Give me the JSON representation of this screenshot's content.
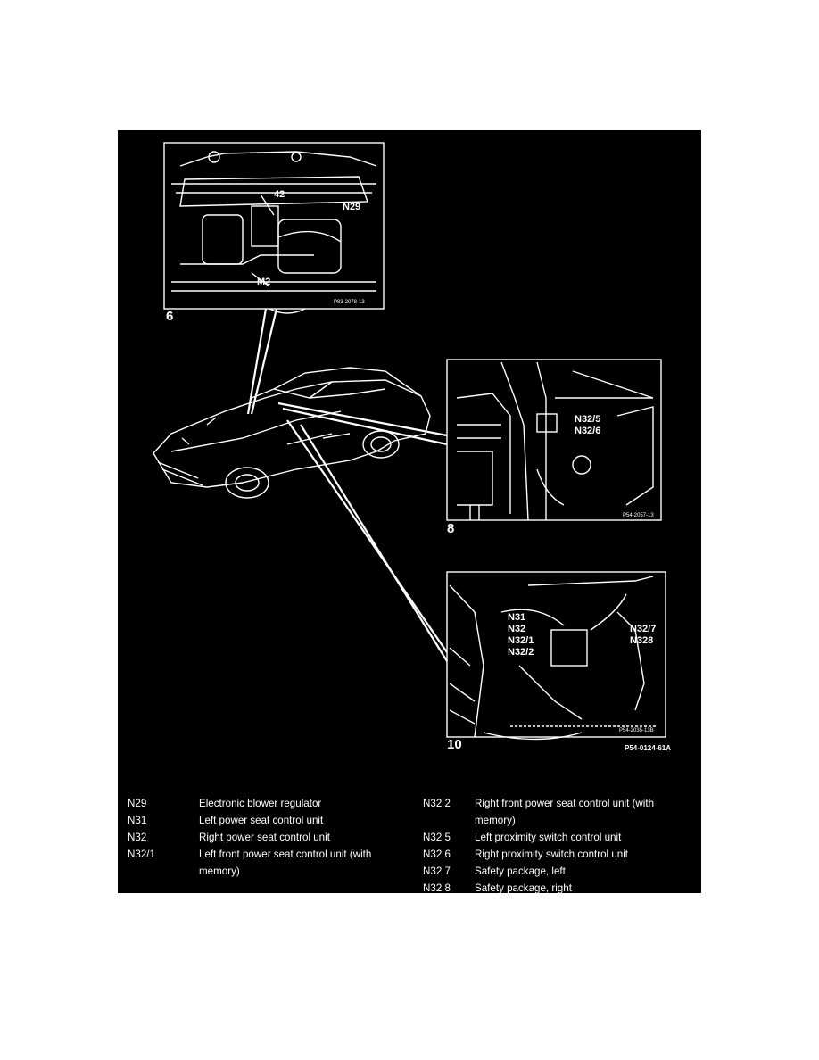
{
  "figure": {
    "reference": "P54-0124-61A",
    "panels": [
      {
        "number": "6",
        "reference": "P83-2078-13",
        "callouts": [
          "42",
          "N29",
          "M2"
        ]
      },
      {
        "number": "8",
        "reference": "P54-2057-13",
        "callouts": [
          "N32/5",
          "N32/6"
        ]
      },
      {
        "number": "10",
        "reference": "P54-2035-13B",
        "callouts": [
          "N31",
          "N32",
          "N32/1",
          "N32/2",
          "N32/7",
          "N328"
        ]
      }
    ]
  },
  "legend": {
    "left": [
      {
        "code": "N29",
        "desc": "Electronic blower regulator"
      },
      {
        "code": "N31",
        "desc": "Left power seat control unit"
      },
      {
        "code": "N32",
        "desc": "Right power seat control unit"
      },
      {
        "code": "N32/1",
        "desc": "Left front power seat control unit (with memory)"
      }
    ],
    "right": [
      {
        "code": "N32 2",
        "desc": "Right front power seat control unit (with memory)"
      },
      {
        "code": "N32 5",
        "desc": "Left proximity switch control unit"
      },
      {
        "code": "N32 6",
        "desc": "Right proximity switch control unit"
      },
      {
        "code": "N32 7",
        "desc": "Safety package, left"
      },
      {
        "code": "N32 8",
        "desc": "Safety package, right"
      }
    ]
  },
  "colors": {
    "plate": "#000000",
    "ink": "#ffffff",
    "page": "#ffffff"
  }
}
